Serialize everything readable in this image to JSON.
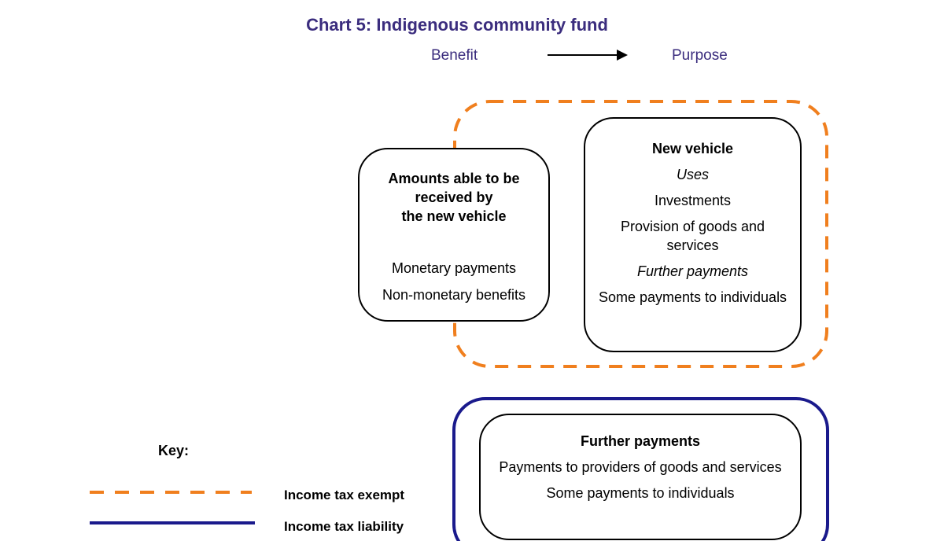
{
  "title": "Chart 5: Indigenous community fund",
  "flow": {
    "from": "Benefit",
    "to": "Purpose"
  },
  "amounts_box": {
    "heading_lines": [
      "Amounts able to be",
      "received by",
      "the new vehicle"
    ],
    "items": [
      "Monetary payments",
      "Non-monetary benefits"
    ]
  },
  "vehicle_box": {
    "heading": "New vehicle",
    "uses_label": "Uses",
    "uses": [
      "Investments",
      "Provision of goods and services"
    ],
    "further_label": "Further payments",
    "further": [
      "Some payments to individuals"
    ]
  },
  "further_box": {
    "heading": "Further payments",
    "items": [
      "Payments to providers of goods and services",
      "Some payments to individuals"
    ]
  },
  "key": {
    "title": "Key:",
    "exempt_label": "Income tax exempt",
    "liability_label": "Income tax liability"
  },
  "colors": {
    "title": "#3b2d7e",
    "exempt": "#f07f1e",
    "liability": "#1a1a8c"
  }
}
